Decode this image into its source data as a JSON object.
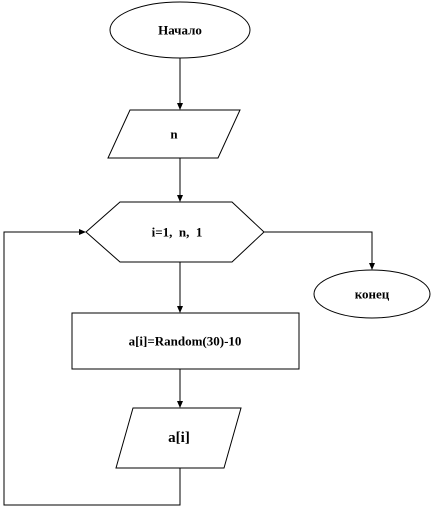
{
  "diagram": {
    "nodes": {
      "start": {
        "type": "terminator",
        "label": "Начало"
      },
      "input_n": {
        "type": "input-output",
        "label": "n"
      },
      "loop": {
        "type": "loop",
        "label": "i=1,  n,  1"
      },
      "end": {
        "type": "terminator",
        "label": "конец"
      },
      "assign": {
        "type": "process",
        "label": "a[i]=Random(30)-10"
      },
      "output_ai": {
        "type": "input-output",
        "label": "a[i]"
      }
    },
    "edges": [
      {
        "from": "start",
        "to": "input_n"
      },
      {
        "from": "input_n",
        "to": "loop"
      },
      {
        "from": "loop",
        "to": "assign"
      },
      {
        "from": "assign",
        "to": "output_ai"
      },
      {
        "from": "output_ai",
        "to": "loop"
      },
      {
        "from": "loop",
        "to": "end"
      }
    ]
  }
}
